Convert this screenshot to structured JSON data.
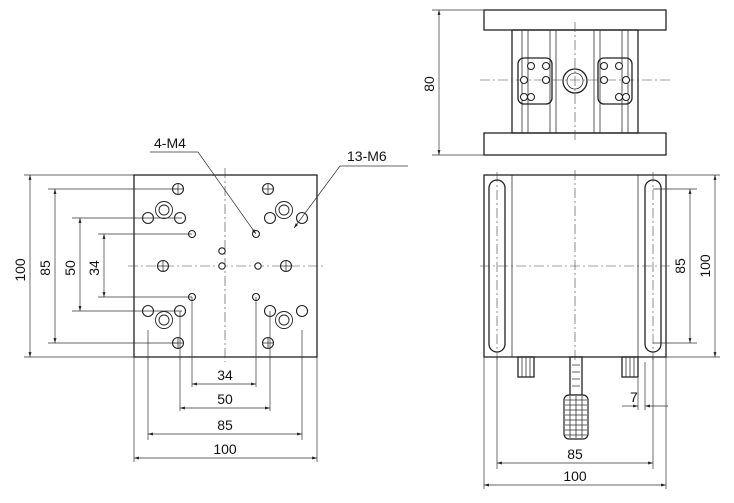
{
  "top_view": {
    "callouts": {
      "m4": "4-M4",
      "m6": "13-M6"
    },
    "dims": {
      "h100": "100",
      "h85": "85",
      "h50": "50",
      "h34": "34",
      "w34": "34",
      "w50": "50",
      "w85": "85",
      "w100": "100"
    }
  },
  "front_view": {
    "height": "80"
  },
  "side_view": {
    "dims": {
      "v85": "85",
      "v100": "100",
      "h7": "7",
      "h85": "85",
      "h100": "100"
    }
  }
}
